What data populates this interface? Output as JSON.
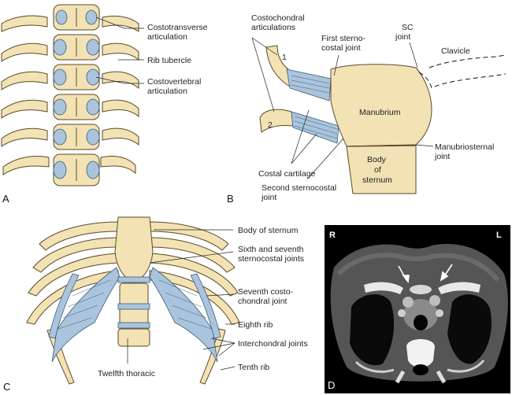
{
  "panels": {
    "A": {
      "letter": "A",
      "labels": {
        "costotransverse": [
          "Costotransverse",
          "articulation"
        ],
        "rib_tubercle": [
          "Rib tubercle"
        ],
        "costovertebral": [
          "Costovertebral",
          "articulation"
        ]
      }
    },
    "B": {
      "letter": "B",
      "labels": {
        "costochondral": [
          "Costochondral",
          "articulations"
        ],
        "first_sternocostal": [
          "First sterno-",
          "costal joint"
        ],
        "sc_joint": [
          "SC",
          "joint"
        ],
        "clavicle": [
          "Clavicle"
        ],
        "manubrium": [
          "Manubrium"
        ],
        "manubriosternal": [
          "Manubriosternal",
          "joint"
        ],
        "body_of_sternum": [
          "Body",
          "of",
          "sternum"
        ],
        "costal_cartilage": [
          "Costal cartilage"
        ],
        "second_sternocostal": [
          "Second sternocostal",
          "joint"
        ],
        "rib1": "1",
        "rib2": "2"
      }
    },
    "C": {
      "letter": "C",
      "labels": {
        "body_of_sternum": [
          "Body of sternum"
        ],
        "sixth_seventh": [
          "Sixth and seventh",
          "sternocostal joints"
        ],
        "seventh_costochondral": [
          "Seventh costo-",
          "chondral joint"
        ],
        "eighth_rib": [
          "Eighth rib"
        ],
        "interchondral": [
          "Interchondral joints"
        ],
        "tenth_rib": [
          "Tenth rib"
        ],
        "twelfth_thoracic": [
          "Twelfth thoracic"
        ]
      }
    },
    "D": {
      "letter": "D",
      "orientation": {
        "right": "R",
        "left": "L"
      }
    }
  },
  "colors": {
    "bone": "#f2e2b4",
    "cartilage": "#a9c4dc",
    "ct_background": "#000000"
  }
}
